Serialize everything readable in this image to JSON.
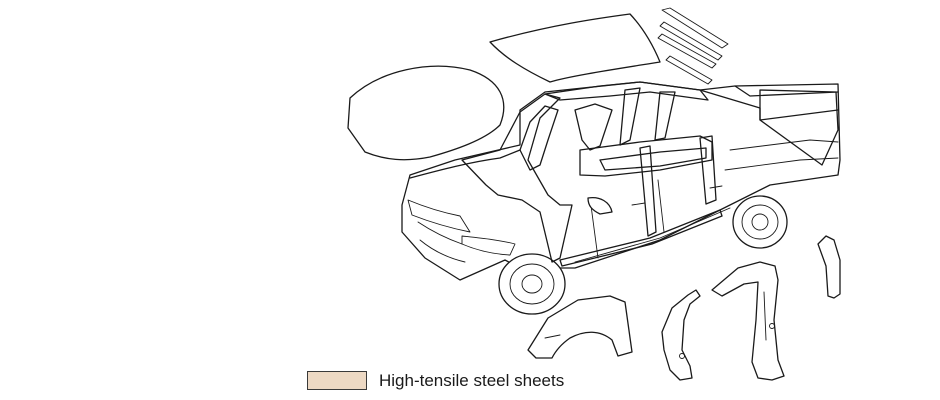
{
  "legend": {
    "label": "High-tensile steel sheets",
    "color": "#edd9c4"
  },
  "parts": [
    "hood",
    "roof-panel",
    "roof-rails",
    "truck-body",
    "a-pillar-frame",
    "b-pillar-frame",
    "front-fender",
    "inner-a-pillar",
    "center-pillar",
    "rear-pillar"
  ],
  "colors": {
    "highlight": "#edd9c4",
    "outline": "#1a1a1a",
    "background": "#ffffff"
  }
}
